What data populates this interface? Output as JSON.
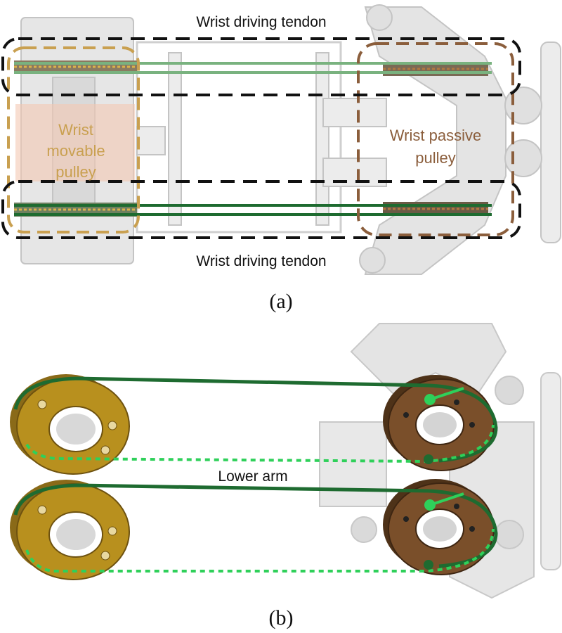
{
  "panel_a": {
    "label_top_tendon": "Wrist driving tendon",
    "label_bottom_tendon": "Wrist driving tendon",
    "label_movable_pulley_line1": "Wrist",
    "label_movable_pulley_line2": "movable",
    "label_movable_pulley_line3": "pulley",
    "label_passive_pulley_line1": "Wrist passive",
    "label_passive_pulley_line2": "pulley",
    "caption": "(a)"
  },
  "panel_b": {
    "label_lower_arm": "Lower arm",
    "caption": "(b)"
  },
  "colors": {
    "tendon_dark_green": "#1e6b30",
    "tendon_light_green": "#2fd05a",
    "movable_pulley_box": "#c9a050",
    "passive_pulley_box": "#8b5e3c",
    "movable_pulley_gold": "#b8901e",
    "passive_pulley_brown": "#7a4f2a",
    "frame_gray": "#d4d4d4"
  }
}
